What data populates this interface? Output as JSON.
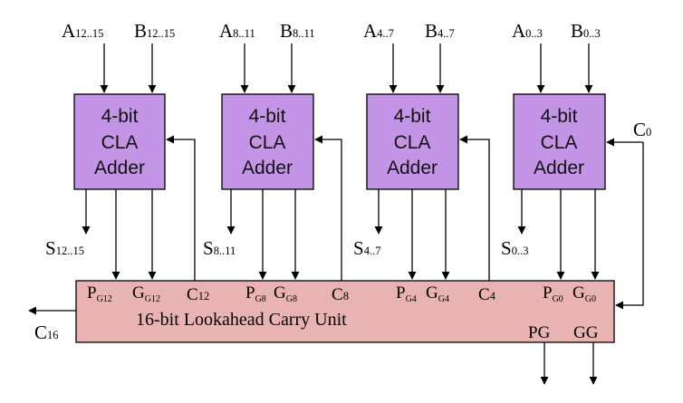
{
  "colors": {
    "cla_fill": "#c495e6",
    "unit_fill": "#eab3b3",
    "line": "#000000"
  },
  "adders": [
    {
      "line1": "4-bit",
      "line2": "CLA",
      "line3": "Adder",
      "a_main": "A",
      "a_sub": "12..15",
      "b_main": "B",
      "b_sub": "12..15",
      "s_main": "S",
      "s_sub": "12..15"
    },
    {
      "line1": "4-bit",
      "line2": "CLA",
      "line3": "Adder",
      "a_main": "A",
      "a_sub": "8..11",
      "b_main": "B",
      "b_sub": "8..11",
      "s_main": "S",
      "s_sub": "8..11"
    },
    {
      "line1": "4-bit",
      "line2": "CLA",
      "line3": "Adder",
      "a_main": "A",
      "a_sub": "4..7",
      "b_main": "B",
      "b_sub": "4..7",
      "s_main": "S",
      "s_sub": "4..7"
    },
    {
      "line1": "4-bit",
      "line2": "CLA",
      "line3": "Adder",
      "a_main": "A",
      "a_sub": "0..3",
      "b_main": "B",
      "b_sub": "0..3",
      "s_main": "S",
      "s_sub": "0..3"
    }
  ],
  "unit": {
    "title": "16-bit Lookahead Carry Unit",
    "ports": [
      {
        "p_main": "P",
        "p_sub": "G12",
        "g_main": "G",
        "g_sub": "G12",
        "c_main": "C",
        "c_sub": "12"
      },
      {
        "p_main": "P",
        "p_sub": "G8",
        "g_main": "G",
        "g_sub": "G8",
        "c_main": "C",
        "c_sub": "8"
      },
      {
        "p_main": "P",
        "p_sub": "G4",
        "g_main": "G",
        "g_sub": "G4",
        "c_main": "C",
        "c_sub": "4"
      },
      {
        "p_main": "P",
        "p_sub": "G0",
        "g_main": "G",
        "g_sub": "G0"
      }
    ],
    "pg_label": "PG",
    "gg_label": "GG",
    "c16_main": "C",
    "c16_sub": "16",
    "c0_main": "C",
    "c0_sub": "0"
  }
}
